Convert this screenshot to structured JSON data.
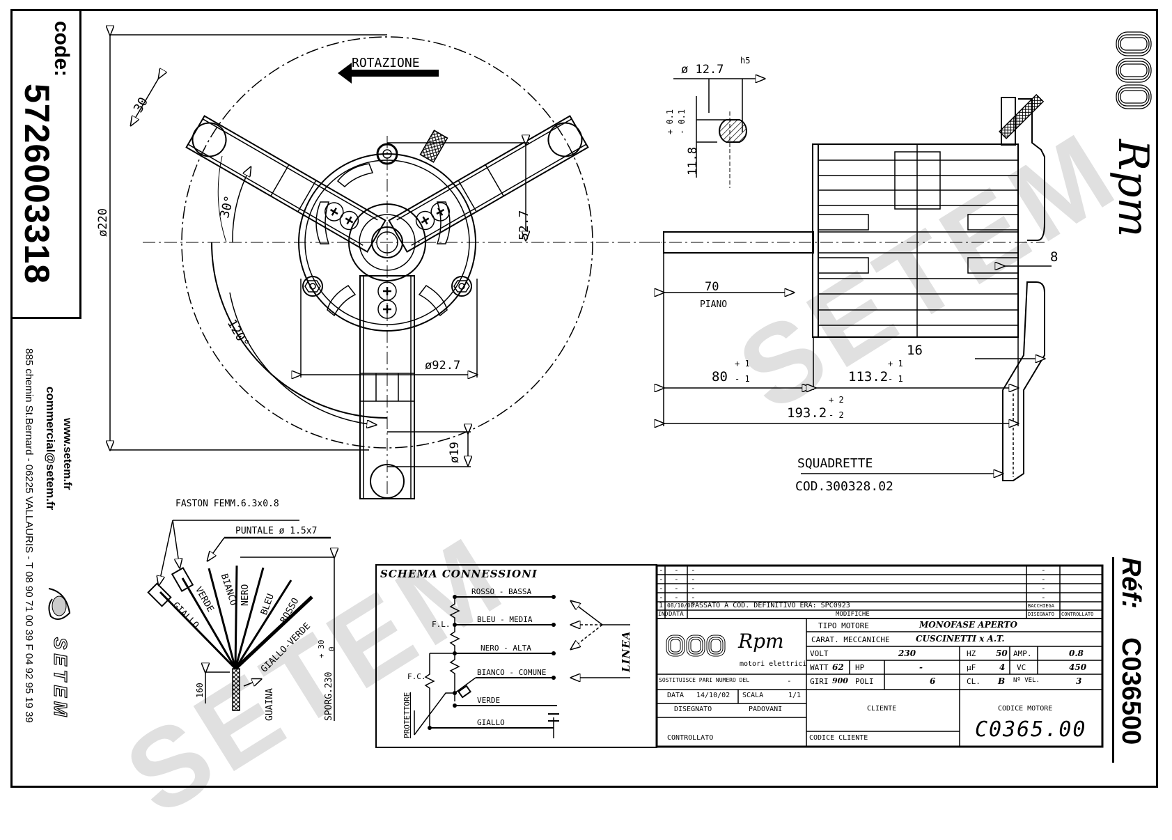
{
  "sidebar": {
    "code_label": "code:",
    "code_value": "5726003318",
    "website": "www.setem.fr",
    "email": "commercial@setem.fr",
    "address": "885 chemin St.Bernard  -  06225 VALLAURIS  -  T 08 90 71 00 39   F 04 92 95 19 39",
    "brand": "SETEM"
  },
  "right_margin": {
    "logo_text": "Rpm",
    "ref_label": "Réf:",
    "ref_value": "C036500"
  },
  "front_view": {
    "rotation_label": "ROTAZIONE",
    "dim_outer_diameter": "ø220",
    "dim_bracket_width": "30",
    "dim_angle_30": "30°",
    "dim_angle_120": "120°",
    "dim_height": "52.7",
    "dim_motor_diameter": "ø92.7",
    "dim_hole_diameter": "ø19"
  },
  "shaft_section": {
    "diameter": "ø 12.7",
    "tolerance_class": "h5",
    "flat": "11.8",
    "tol_plus": "+ 0.1",
    "tol_minus": "- 0.1"
  },
  "side_view": {
    "dim_flat_length": "70",
    "flat_label": "PIANO",
    "dim_shaft": "80",
    "dim_shaft_tol_plus": "+ 1",
    "dim_shaft_tol_minus": "- 1",
    "dim_body": "113.2",
    "dim_body_tol_plus": "+ 1",
    "dim_body_tol_minus": "- 1",
    "dim_total": "193.2",
    "dim_total_tol_plus": "+ 2",
    "dim_total_tol_minus": "- 2",
    "dim_16": "16",
    "dim_8": "8",
    "bracket_label": "SQUADRETTE",
    "bracket_code": "COD.300328.02"
  },
  "wiring": {
    "faston": "FASTON FEMM.6.3x0.8",
    "puntale": "PUNTALE ø 1.5x7",
    "wires": [
      "GIALLO",
      "VERDE",
      "BIANCO",
      "NERO",
      "BLEU",
      "ROSSO",
      "GIALLO-VERDE"
    ],
    "guaina": "GUAINA",
    "dim_160": "160",
    "sporg": "SPORG.230",
    "sporg_tol_plus": "+ 30",
    "sporg_tol_minus": "0"
  },
  "schema": {
    "title": "SCHEMA CONNESSIONI",
    "lines": [
      "ROSSO - BASSA",
      "BLEU - MEDIA",
      "NERO - ALTA",
      "BIANCO - COMUNE",
      "VERDE",
      "GIALLO"
    ],
    "fl": "F.L.",
    "fc": "F.C.",
    "protettore": "PROTETTORE",
    "linea": "LINEA"
  },
  "title_block": {
    "revisions": [
      {
        "ind": "-",
        "data": "-",
        "modifiche": "-",
        "disegnato": "-",
        "controllato": ""
      },
      {
        "ind": "-",
        "data": "-",
        "modifiche": "-",
        "disegnato": "-",
        "controllato": ""
      },
      {
        "ind": "-",
        "data": "-",
        "modifiche": "-",
        "disegnato": "-",
        "controllato": ""
      },
      {
        "ind": "-",
        "data": "-",
        "modifiche": "-",
        "disegnato": "-",
        "controllato": ""
      },
      {
        "ind": "1",
        "data": "08/10/03",
        "modifiche": "PASSATO A COD. DEFINITIVO ERA: SPC0923",
        "disegnato": "BACCHIEGA",
        "controllato": ""
      }
    ],
    "headers": {
      "ind": "IND",
      "data": "DATA",
      "modifiche": "MODIFICHE",
      "disegnato": "DISEGNATO",
      "controllato": "CONTROLLATO"
    },
    "logo_text": "Rpm",
    "logo_sub": "motori elettrici",
    "tipo_motore_label": "TIPO MOTORE",
    "tipo_motore": "MONOFASE APERTO",
    "carat_label": "CARAT. MECCANICHE",
    "carat": "CUSCINETTI x A.T.",
    "volt_label": "VOLT",
    "volt": "230",
    "hz_label": "HZ",
    "hz": "50",
    "amp_label": "AMP.",
    "amp": "0.8",
    "watt_label": "WATT",
    "watt": "62",
    "hp_label": "HP",
    "hp": "-",
    "uf_label": "µF",
    "uf": "4",
    "vc_label": "VC",
    "vc": "450",
    "giri_label": "GIRI",
    "giri": "900",
    "poli_label": "POLI",
    "poli": "6",
    "cl_label": "CL.",
    "cl": "B",
    "nvel_label": "Nº VEL.",
    "nvel": "3",
    "sostituisce_label": "SOSTITUISCE PARI NUMERO DEL",
    "sostituisce": "-",
    "data_label": "DATA",
    "data": "14/10/02",
    "scala_label": "SCALA",
    "scala": "1/1",
    "disegnato_label": "DISEGNATO",
    "disegnato": "PADOVANI",
    "controllato_label": "CONTROLLATO",
    "cliente_label": "CLIENTE",
    "codice_cliente_label": "CODICE CLIENTE",
    "codice_motore_label": "CODICE MOTORE",
    "codice_motore": "C0365.00"
  },
  "watermark": "SETEM"
}
